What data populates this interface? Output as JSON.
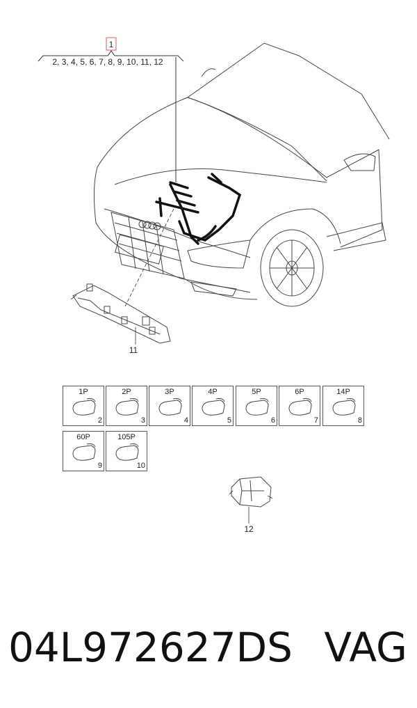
{
  "callout": {
    "main_number": "1",
    "sub_numbers": "2, 3, 4, 5, 6, 7, 8, 9, 10, 11, 12"
  },
  "labels": {
    "bracket": "11",
    "clip": "12"
  },
  "connectors": [
    {
      "top": "1P",
      "num": "2"
    },
    {
      "top": "2P",
      "num": "3"
    },
    {
      "top": "3P",
      "num": "4"
    },
    {
      "top": "4P",
      "num": "5"
    },
    {
      "top": "5P",
      "num": "6"
    },
    {
      "top": "6P",
      "num": "7"
    },
    {
      "top": "14P",
      "num": "8"
    },
    {
      "top": "60P",
      "num": "9"
    },
    {
      "top": "105P",
      "num": "10"
    }
  ],
  "footer": {
    "part_number": "04L972627DS",
    "brand": "VAG"
  },
  "colors": {
    "line": "#333333",
    "highlight_box": "#e05a5a"
  }
}
